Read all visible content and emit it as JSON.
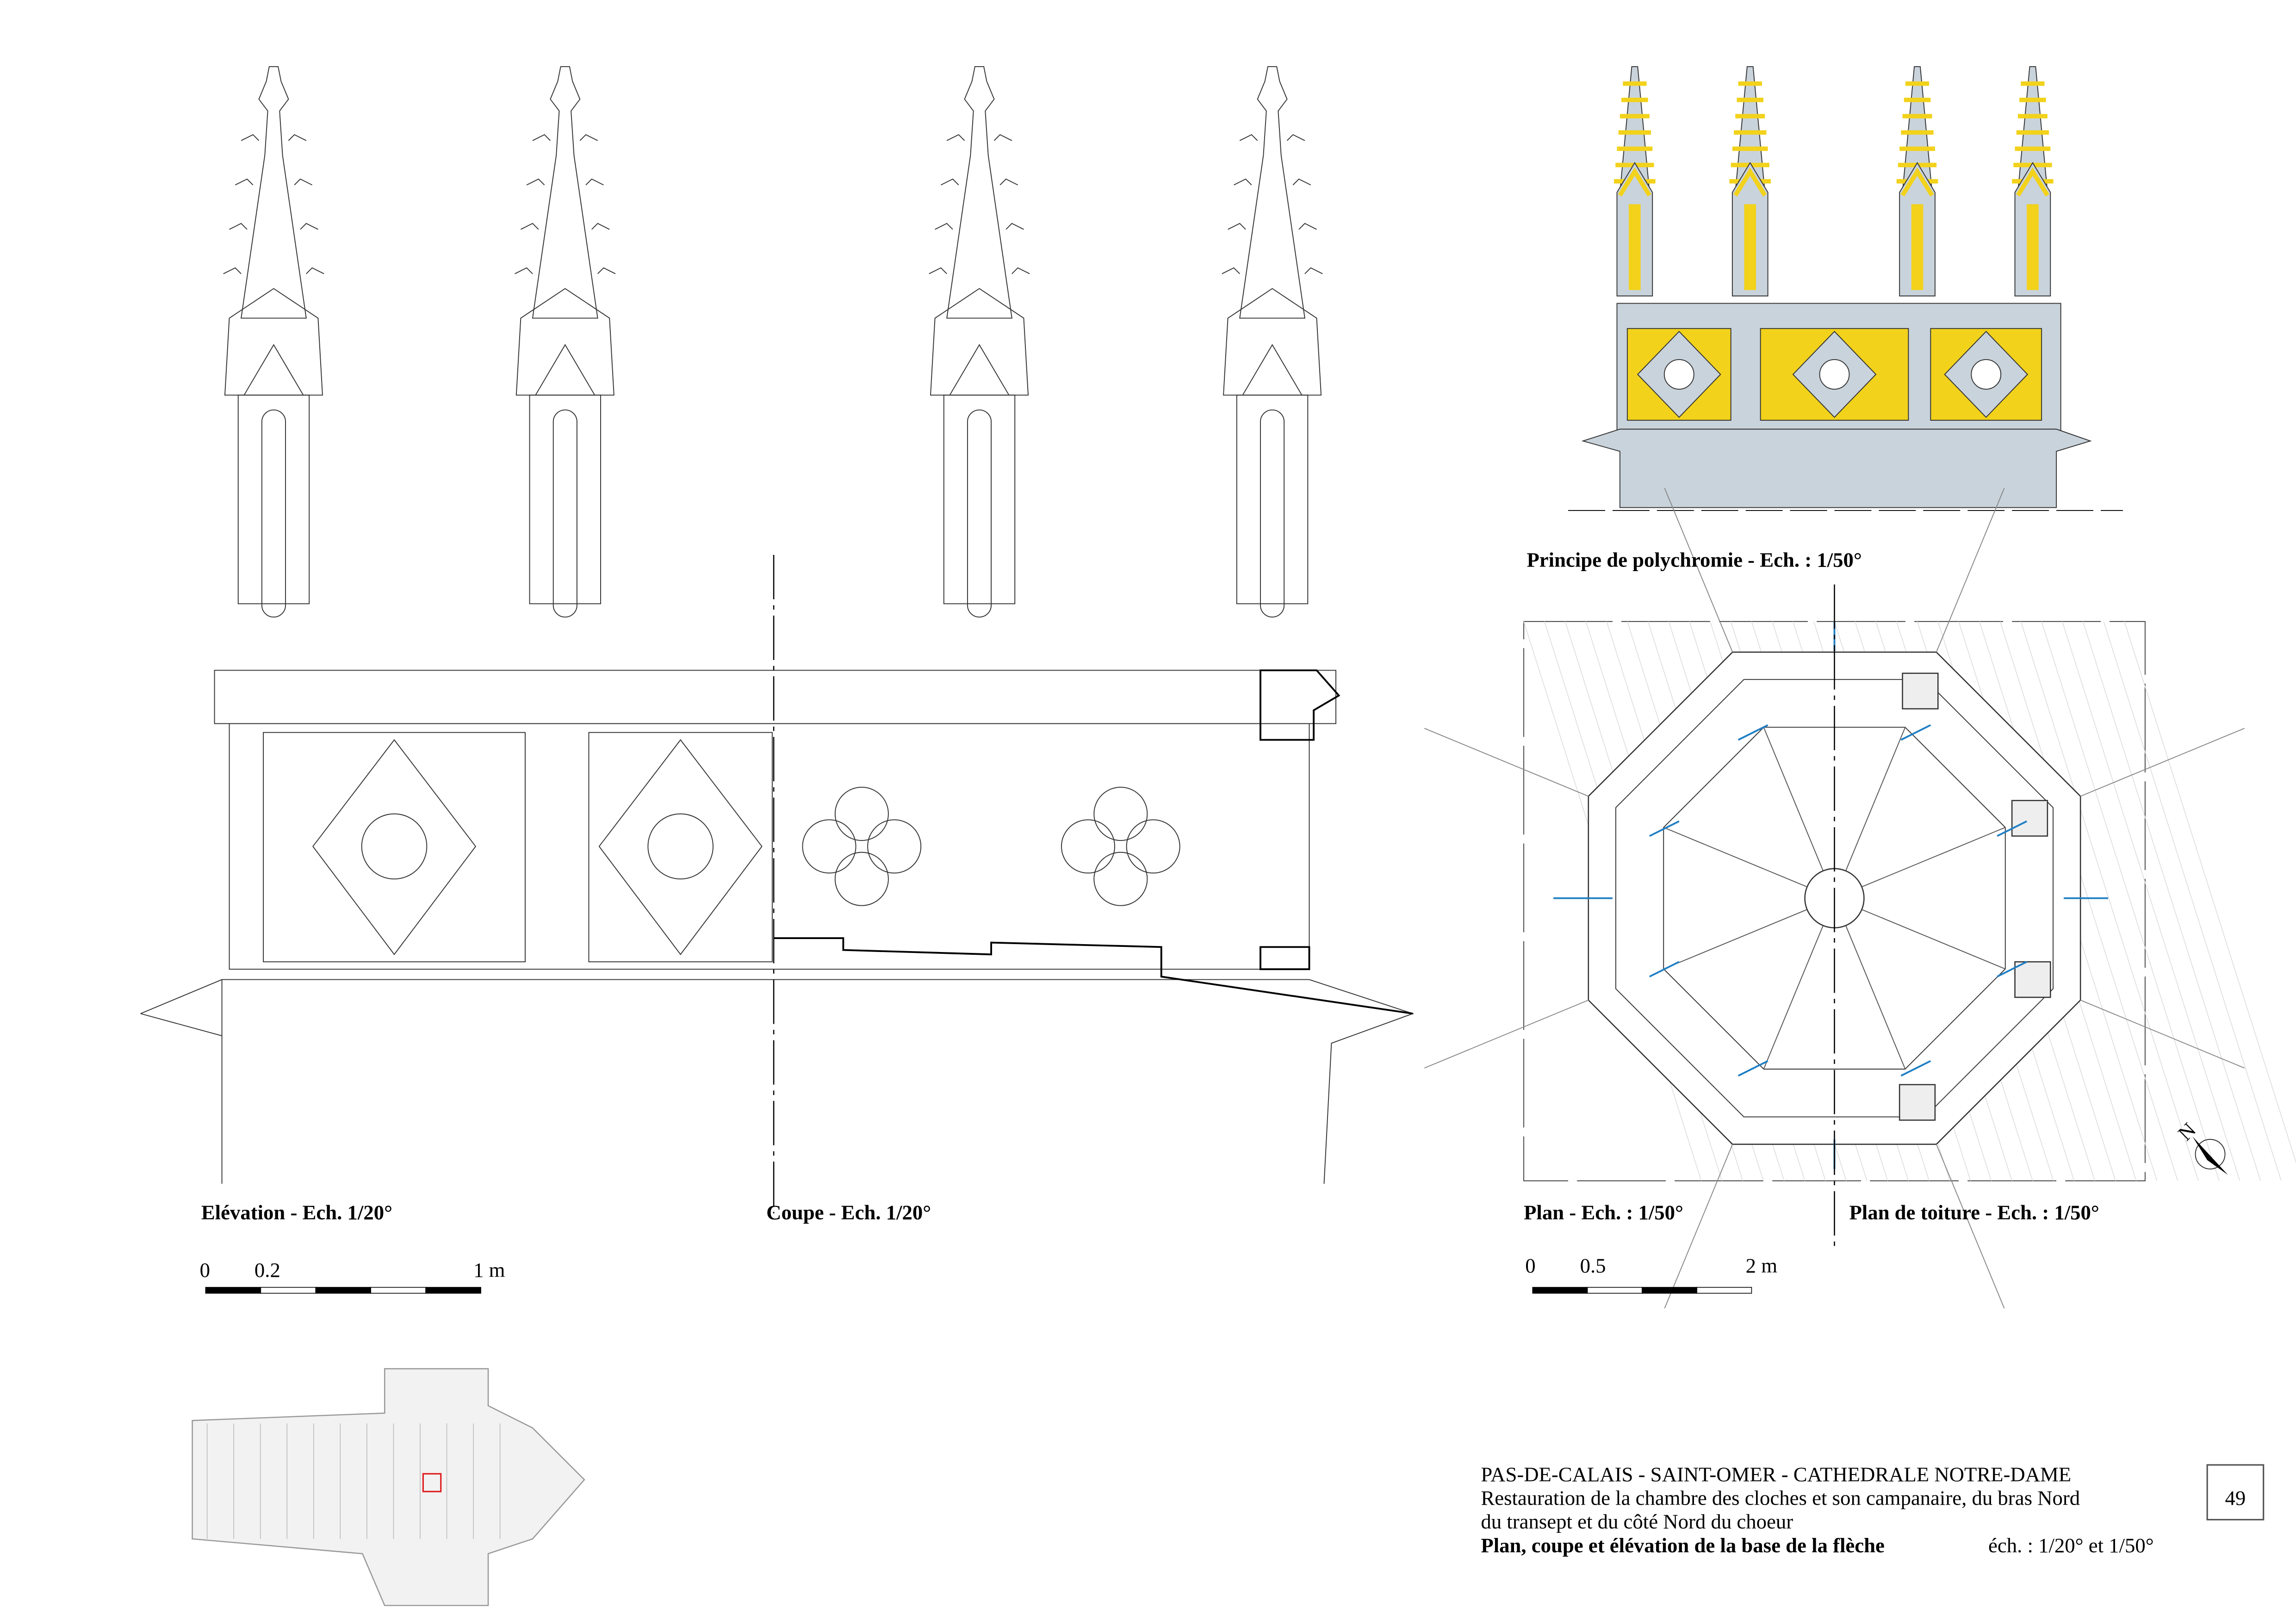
{
  "drawings": {
    "elevation_label": "Elévation - Ech. 1/20°",
    "section_label": "Coupe - Ech. 1/20°",
    "polychromy_label": "Principe de polychromie - Ech. : 1/50°",
    "plan_label": "Plan - Ech. : 1/50°",
    "roof_plan_label": "Plan de toiture - Ech. : 1/50°",
    "north_label": "N"
  },
  "scale_bar_1_20": {
    "labels": [
      "0",
      "0.2",
      "1 m"
    ]
  },
  "scale_bar_1_50": {
    "labels": [
      "0",
      "0.5",
      "2 m"
    ]
  },
  "title_block": {
    "line1": "PAS-DE-CALAIS  -  SAINT-OMER  -  CATHEDRALE NOTRE-DAME",
    "line2": "Restauration de la chambre des cloches et son campanaire, du bras Nord",
    "line3": "du transept et du côté Nord du choeur",
    "line4": "Plan, coupe et élévation de la base de la flèche",
    "scale": "éch. : 1/20° et 1/50°",
    "sheet_number": "49"
  },
  "colors": {
    "stone": "#c9d3dc",
    "gilding": "#f2d21b",
    "arrow": "#1f7fc4",
    "key_marker": "#e02020"
  }
}
